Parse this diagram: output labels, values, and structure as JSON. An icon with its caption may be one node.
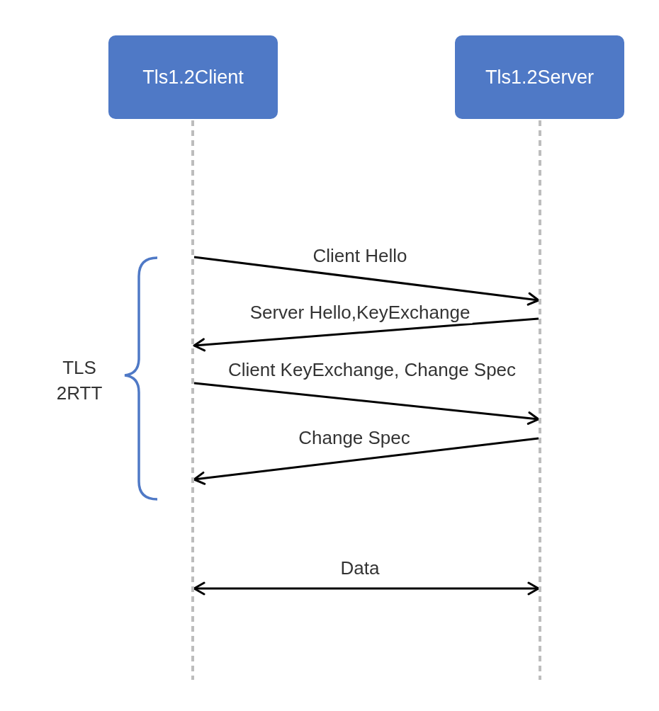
{
  "diagram": {
    "nodes": [
      {
        "text": [
          "Tls1.2Client"
        ]
      },
      {
        "text": [
          "Tls1.2Server"
        ]
      },
      {
        "text": [],
        "shape": "line"
      },
      {
        "text": [],
        "shape": "line"
      }
    ],
    "edges": [
      {
        "from": 2,
        "to": 3,
        "arrow": "to",
        "label": "Client Hello"
      },
      {
        "from": 3,
        "to": 2,
        "arrow": "to",
        "label": "Server Hello,KeyExchange"
      },
      {
        "from": 2,
        "to": 3,
        "arrow": "to",
        "label": "Client KeyExchange, Change Spec"
      },
      {
        "from": 3,
        "to": 2,
        "arrow": "to",
        "label": "Change Spec"
      },
      {
        "from": 2,
        "to": 3,
        "arrow": "both",
        "label": "Data"
      }
    ],
    "labels": [
      "TLS 2RTT"
    ]
  }
}
